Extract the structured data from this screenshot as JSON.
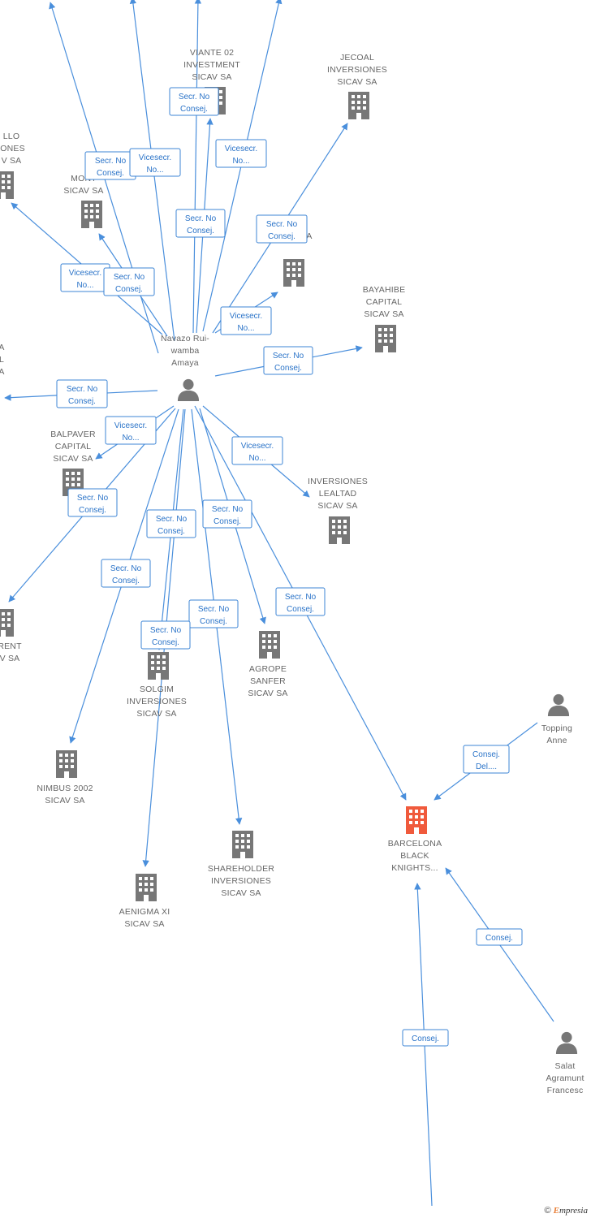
{
  "colors": {
    "edge": "#4a8fdc",
    "company": "#777777",
    "company_highlight": "#f05a3c",
    "person": "#777777"
  },
  "nodes": [
    {
      "id": "navazo",
      "kind": "person",
      "label": [
        "Navazo Rui-",
        "wamba",
        "Amaya"
      ]
    },
    {
      "id": "topping",
      "kind": "person",
      "label": [
        "Topping",
        "Anne"
      ]
    },
    {
      "id": "salat",
      "kind": "person",
      "label": [
        "Salat",
        "Agramunt",
        "Francesc"
      ]
    },
    {
      "id": "viante",
      "kind": "company-icon",
      "label": [
        "VIANTE 02",
        "INVESTMENT",
        "SICAV SA"
      ]
    },
    {
      "id": "jecoal",
      "kind": "company-icon",
      "label": [
        "JECOAL",
        "INVERSIONES",
        "SICAV SA"
      ]
    },
    {
      "id": "llo",
      "kind": "company-icon",
      "label": [
        "LLO",
        "IONES",
        "V SA"
      ]
    },
    {
      "id": "montc",
      "kind": "company-icon",
      "label": [
        "MONT",
        "SICAV SA"
      ]
    },
    {
      "id": "midsicav",
      "kind": "company-icon",
      "label": [
        "A",
        "SICAV SA"
      ]
    },
    {
      "id": "bayahibe",
      "kind": "company-icon",
      "label": [
        "BAYAHIBE",
        "CAPITAL",
        "SICAV SA"
      ]
    },
    {
      "id": "leftcut",
      "kind": "label-only",
      "label": [
        "A",
        "L",
        "A"
      ]
    },
    {
      "id": "balpaver",
      "kind": "company-icon",
      "label": [
        "BALPAVER",
        "CAPITAL",
        "SICAV SA"
      ]
    },
    {
      "id": "lealtad",
      "kind": "company-icon",
      "label": [
        "INVERSIONES",
        "LEALTAD",
        "SICAV SA"
      ]
    },
    {
      "id": "rent",
      "kind": "company-icon",
      "label": [
        "RENT",
        "V SA"
      ]
    },
    {
      "id": "agrope",
      "kind": "company-icon",
      "label": [
        "AGROPE",
        "SANFER",
        "SICAV SA"
      ]
    },
    {
      "id": "solgim",
      "kind": "company-icon",
      "label": [
        "SOLGIM",
        "INVERSIONES",
        "SICAV SA"
      ]
    },
    {
      "id": "nimbus",
      "kind": "company-icon",
      "label": [
        "NIMBUS 2002",
        "SICAV SA"
      ]
    },
    {
      "id": "barcelona",
      "kind": "company-highlight",
      "label": [
        "BARCELONA",
        "BLACK",
        "KNIGHTS..."
      ]
    },
    {
      "id": "shareholder",
      "kind": "company-icon",
      "label": [
        "SHAREHOLDER",
        "INVERSIONES",
        "SICAV SA"
      ]
    },
    {
      "id": "aenigma",
      "kind": "company-icon",
      "label": [
        "AENIGMA XI",
        "SICAV SA"
      ]
    }
  ],
  "edge_labels": [
    [
      "Secr. No",
      "Consej."
    ],
    [
      "Vicesecr.",
      "No..."
    ],
    [
      "Secr. No",
      "Consej."
    ],
    [
      "Vicesecr.",
      "No..."
    ],
    [
      "Secr. No",
      "Consej."
    ],
    [
      "Secr. No",
      "Consej."
    ],
    [
      "Vicesecr.",
      "No..."
    ],
    [
      "Secr. No",
      "Consej."
    ],
    [
      "Vicesecr.",
      "No..."
    ],
    [
      "Secr. No",
      "Consej."
    ],
    [
      "Secr. No",
      "Consej."
    ],
    [
      "Vicesecr.",
      "No..."
    ],
    [
      "Vicesecr.",
      "No..."
    ],
    [
      "Secr. No",
      "Consej."
    ],
    [
      "Secr. No",
      "Consej."
    ],
    [
      "Secr. No",
      "Consej."
    ],
    [
      "Secr. No",
      "Consej."
    ],
    [
      "Secr. No",
      "Consej."
    ],
    [
      "Secr. No",
      "Consej."
    ],
    [
      "Secr. No",
      "Consej."
    ],
    [
      "Consej.",
      "Del...."
    ],
    [
      "Consej."
    ],
    [
      "Consej."
    ]
  ],
  "copyright": {
    "symbol": "©",
    "brand_initial": "E",
    "brand_rest": "mpresia"
  }
}
